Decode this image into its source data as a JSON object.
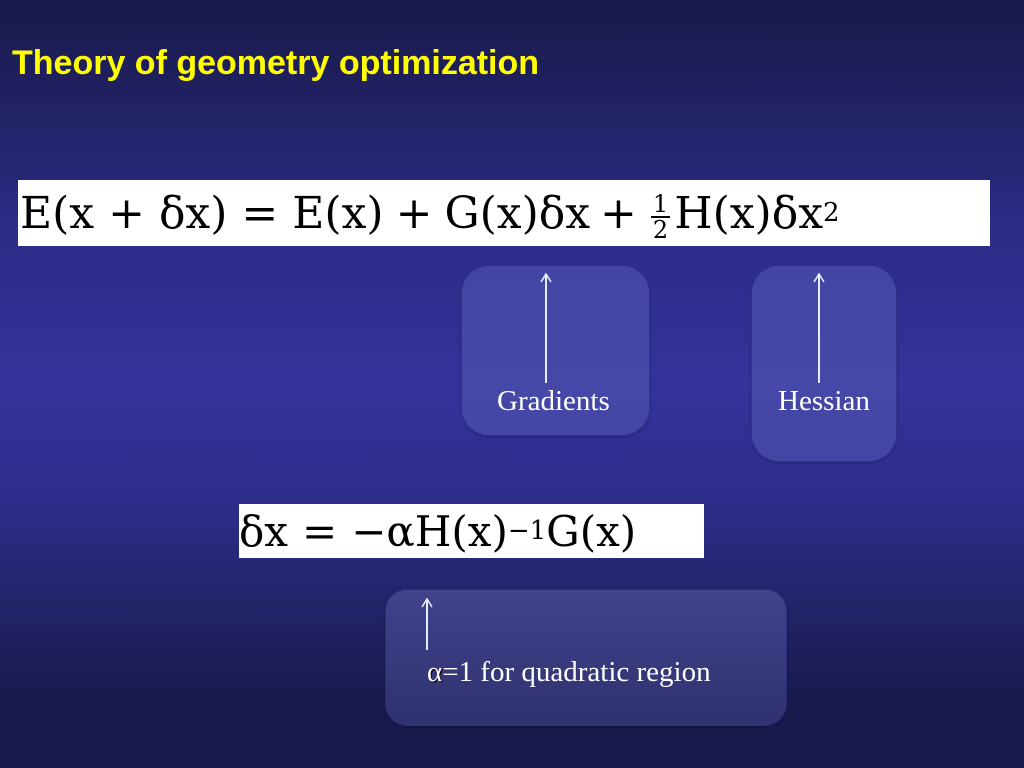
{
  "slide": {
    "title": "Theory of geometry optimization",
    "colors": {
      "title": "#ffff00",
      "background_top": "#19194c",
      "background_mid": "#33339a",
      "callout_fill": "#5058b4",
      "text": "#ffffff"
    },
    "equation_taylor": {
      "lhs": "E(x + δx)",
      "equals": "=",
      "term1": "E(x)",
      "plus1": "+",
      "term2": "G(x)δx",
      "plus2": "+",
      "frac_num": "1",
      "frac_den": "2",
      "term3": "H(x)δx",
      "exponent": "2"
    },
    "equation_step": {
      "lhs": "δx",
      "equals": "=",
      "rhs_prefix": "−αH(x)",
      "exponent": "−1",
      "rhs_suffix": "G(x)"
    },
    "callouts": [
      {
        "label": "Gradients",
        "icon": "arrow-up-icon"
      },
      {
        "label": "Hessian",
        "icon": "arrow-up-icon"
      },
      {
        "alpha": "α",
        "label": "=1 for quadratic region",
        "icon": "arrow-up-icon"
      }
    ]
  }
}
